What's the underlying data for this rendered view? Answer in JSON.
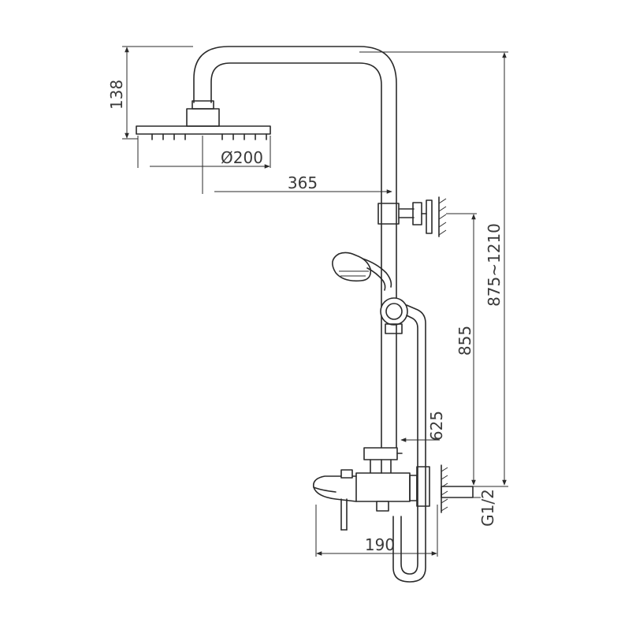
{
  "dimensions": {
    "head_height": "138",
    "head_diameter": "Ø200",
    "arm_reach": "365",
    "overall_height": "875~1210",
    "bracket_height": "855",
    "mixer_offset": "625",
    "inlet_thread": "G1/2",
    "spout_reach": "190"
  },
  "colors": {
    "line": "#2a2a2a",
    "text": "#3a3a3a",
    "background": "#ffffff"
  }
}
